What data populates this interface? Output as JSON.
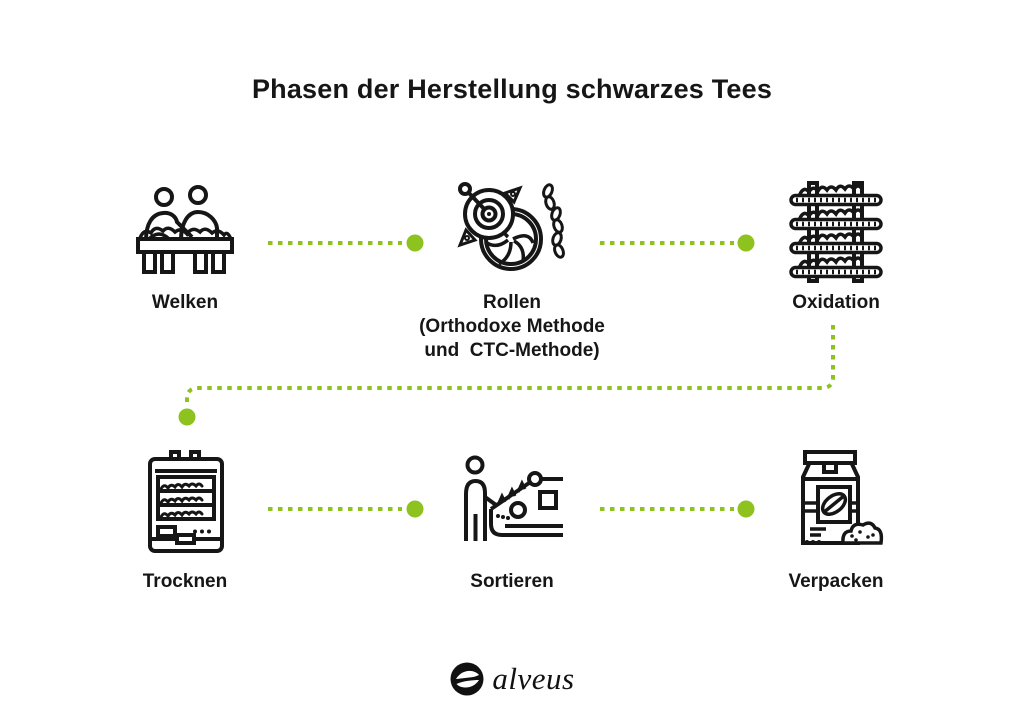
{
  "title": "Phasen der Herstellung schwarzes Tees",
  "colors": {
    "accent": "#8dc21f",
    "ink": "#161616"
  },
  "steps": [
    {
      "label": "Welken",
      "icon": "withering-table-icon"
    },
    {
      "label": "Rollen",
      "sublabel_line1": "(Orthodoxe Methode",
      "sublabel_line2": "und  CTC-Methode)",
      "icon": "rolling-machine-icon"
    },
    {
      "label": "Oxidation",
      "icon": "oxidation-rack-icon"
    },
    {
      "label": "Trocknen",
      "icon": "drying-oven-icon"
    },
    {
      "label": "Sortieren",
      "icon": "sorting-machine-icon"
    },
    {
      "label": "Verpacken",
      "icon": "packaging-bag-icon"
    }
  ],
  "footer": {
    "brand": "alveus"
  }
}
